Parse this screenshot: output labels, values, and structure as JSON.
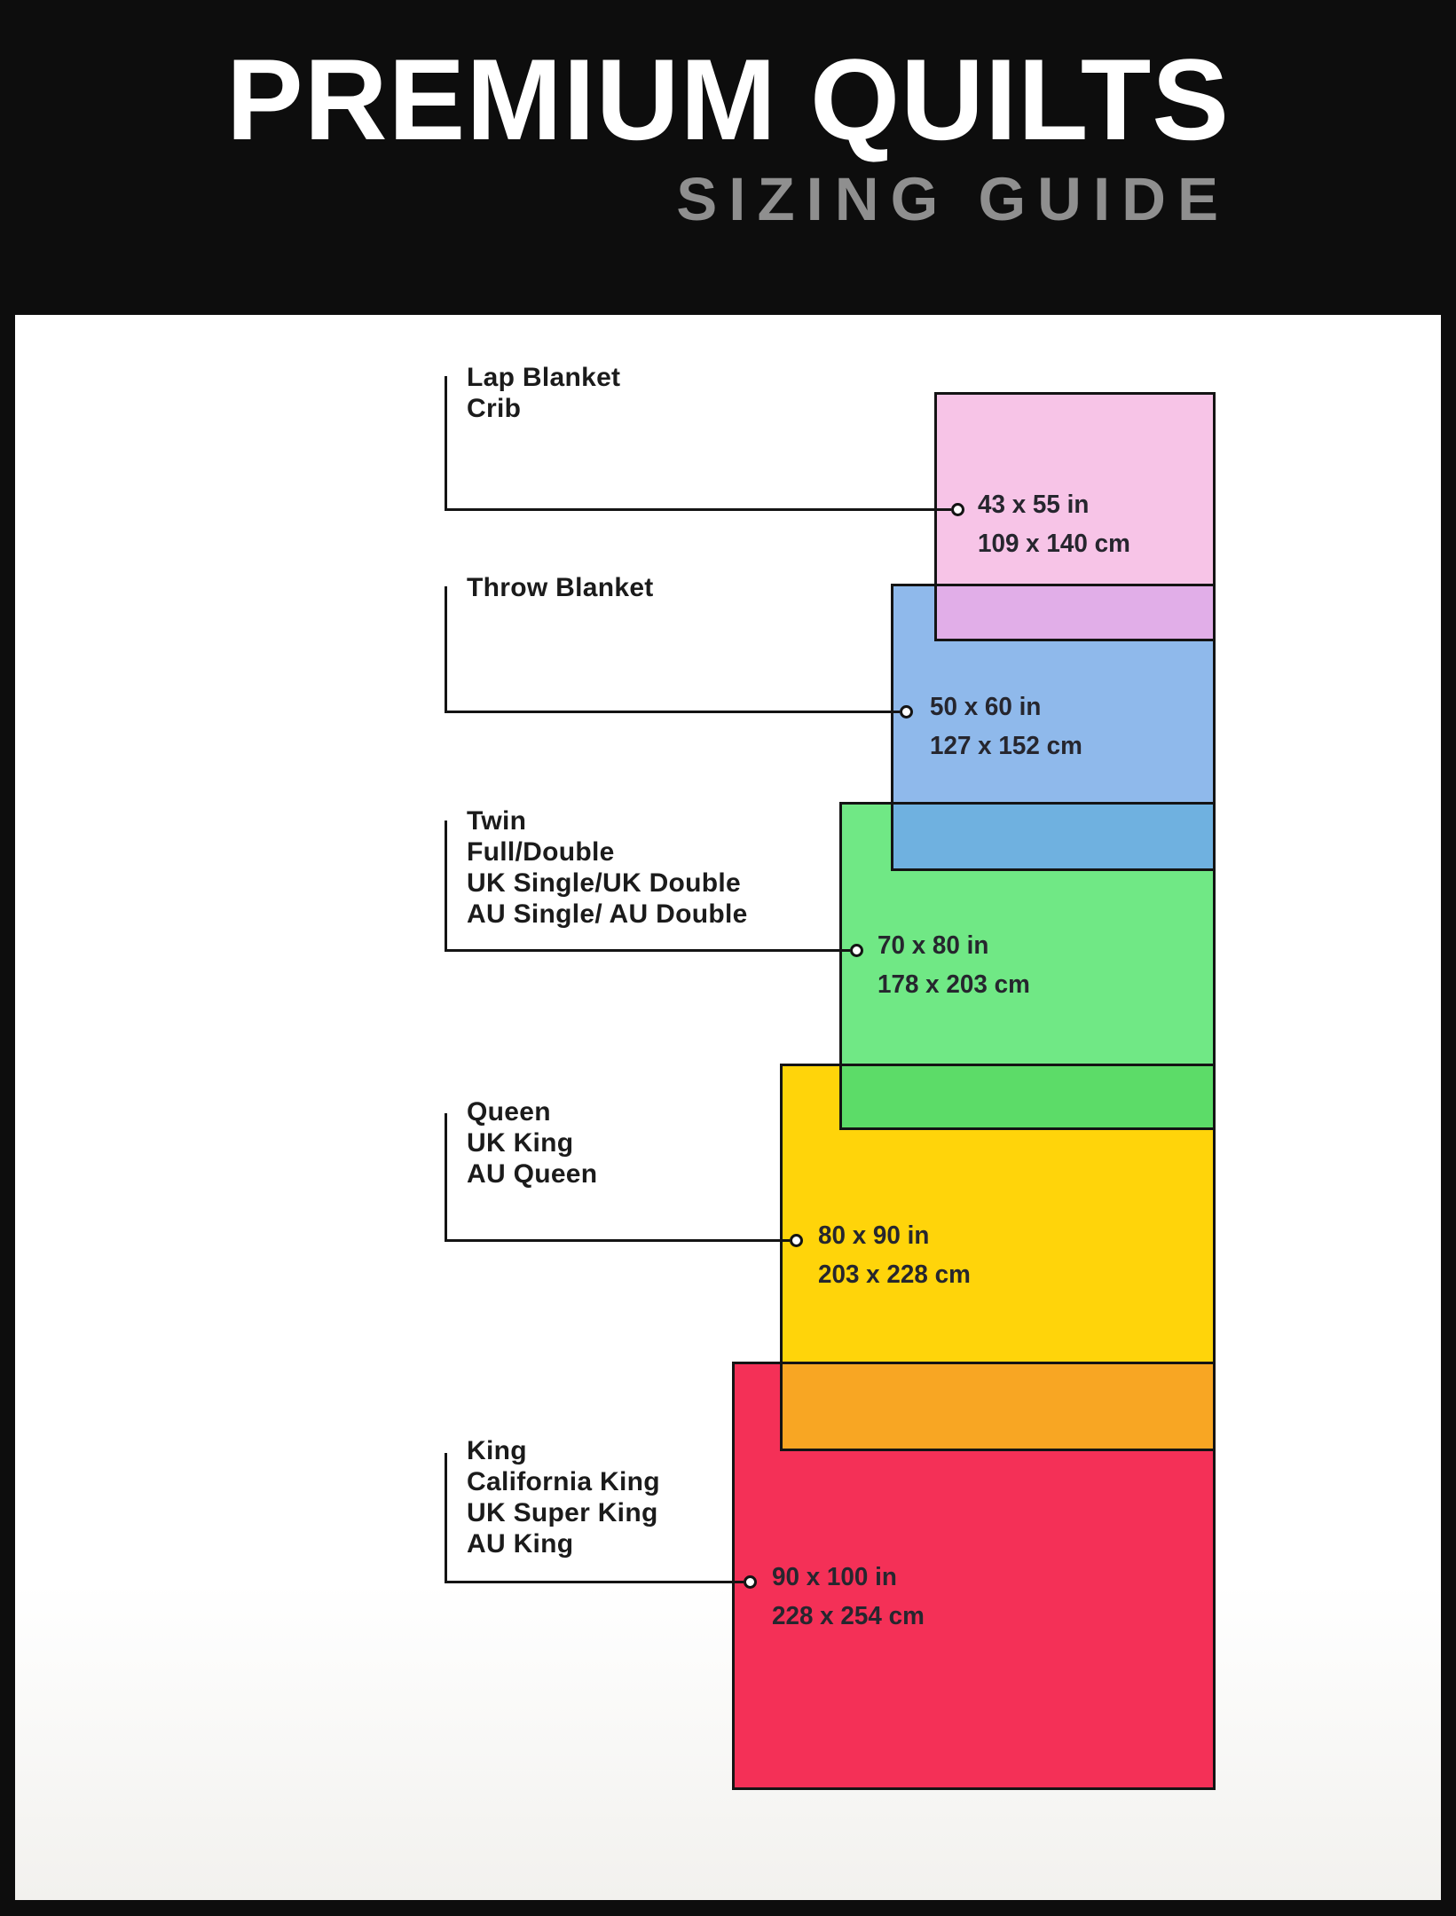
{
  "header": {
    "title": "PREMIUM QUILTS",
    "subtitle": "SIZING GUIDE"
  },
  "sizes": [
    {
      "labels": [
        "Lap Blanket",
        "Crib"
      ],
      "inches": "43 x 55 in",
      "cm": "109 x 140 cm",
      "color": "#f7c4e7"
    },
    {
      "labels": [
        "Throw Blanket"
      ],
      "inches": "50 x 60 in",
      "cm": "127 x 152 cm",
      "color": "#8fb9eb"
    },
    {
      "labels": [
        "Twin",
        "Full/Double",
        "UK Single/UK Double",
        "AU Single/ AU Double"
      ],
      "inches": "70 x 80 in",
      "cm": "178 x 203 cm",
      "color": "#70e885"
    },
    {
      "labels": [
        "Queen",
        "UK King",
        "AU Queen"
      ],
      "inches": "80 x 90 in",
      "cm": "203 x 228 cm",
      "color": "#ffd40a"
    },
    {
      "labels": [
        "King",
        "California King",
        "UK Super King",
        "AU King"
      ],
      "inches": "90 x 100 in",
      "cm": "228 x 254 cm",
      "color": "#f43057"
    }
  ],
  "overlaps": {
    "pink_blue": "#e1aee8",
    "blue_green": "#6fb1e0",
    "green_yellow": "#5cdc68",
    "yellow_red": "#f8a623"
  }
}
